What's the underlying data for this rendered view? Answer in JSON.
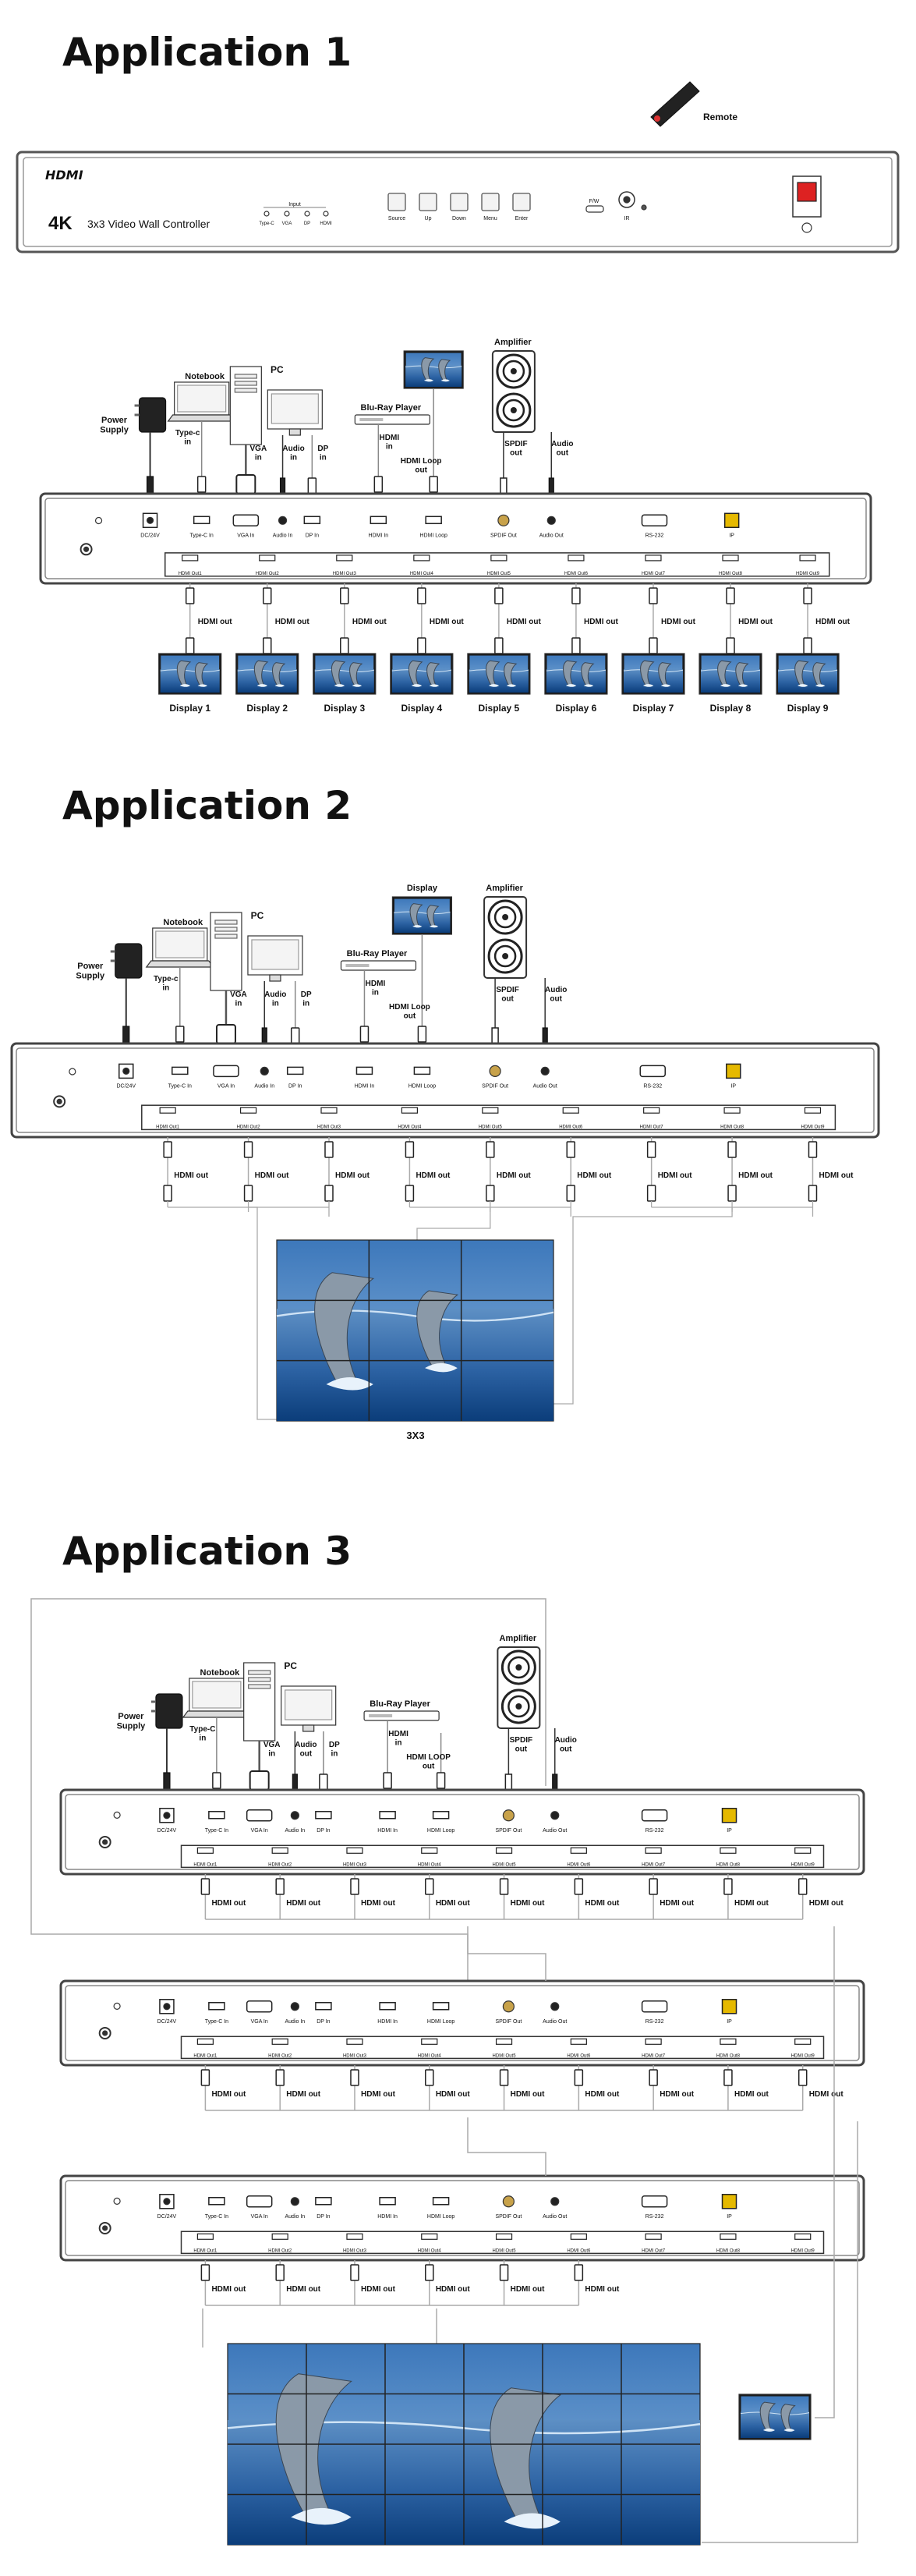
{
  "app1": {
    "title": "Application 1",
    "remote_label": "Remote",
    "front": {
      "hdmi_logo": "HDMI",
      "model_4k": "4K",
      "model_text": "3x3 Video Wall Controller",
      "input_label": "Input",
      "input_leds": [
        "Type-C",
        "VGA",
        "DP",
        "HDMI"
      ],
      "buttons": [
        "Source",
        "Up",
        "Down",
        "Menu",
        "Enter"
      ],
      "fw_label": "F/W",
      "ir_label": "IR"
    },
    "sources": {
      "power": "Power\nSupply",
      "notebook": "Notebook",
      "pc": "PC",
      "bluray": "Blu-Ray Player",
      "amplifier": "Amplifier",
      "typec": "Type-c\nin",
      "vga": "VGA\nin",
      "audio_in": "Audio\nin",
      "dp": "DP\nin",
      "hdmi_in": "HDMI\nin",
      "hdmi_loop": "HDMI Loop\nout",
      "spdif": "SPDIF\nout",
      "audio_out": "Audio\nout"
    },
    "hdmi_out_label": "HDMI out",
    "displays": [
      "Display 1",
      "Display 2",
      "Display 3",
      "Display 4",
      "Display 5",
      "Display 6",
      "Display 7",
      "Display 8",
      "Display 9"
    ]
  },
  "back_panel": {
    "ports": [
      "DC/24V",
      "Type-C In",
      "VGA In",
      "Audio In",
      "DP In",
      "HDMI In",
      "HDMI Loop",
      "SPDIF Out",
      "Audio Out",
      "RS-232",
      "IP"
    ],
    "outs": [
      "HDMI Out1",
      "HDMI Out2",
      "HDMI Out3",
      "HDMI Out4",
      "HDMI Out5",
      "HDMI Out6",
      "HDMI Out7",
      "HDMI Out8",
      "HDMI Out9"
    ]
  },
  "app2": {
    "title": "Application 2",
    "display_label": "Display",
    "wall_label": "3X3",
    "sources": {
      "power": "Power\nSupply",
      "notebook": "Notebook",
      "pc": "PC",
      "bluray": "Blu-Ray Player",
      "amplifier": "Amplifier",
      "typec": "Type-c\nin",
      "vga": "VGA\nin",
      "audio_in": "Audio\nin",
      "dp": "DP\nin",
      "hdmi_in": "HDMI\nin",
      "hdmi_loop": "HDMI Loop\nout",
      "spdif": "SPDIF\nout",
      "audio_out": "Audio\nout"
    }
  },
  "app3": {
    "title": "Application 3",
    "sources": {
      "power": "Power\nSupply",
      "notebook": "Notebook",
      "pc": "PC",
      "bluray": "Blu-Ray Player",
      "amplifier": "Amplifier",
      "typec": "Type-C\nin",
      "vga": "VGA\nin",
      "audio_in": "Audio\nout",
      "dp": "DP\nin",
      "hdmi_in": "HDMI\nin",
      "hdmi_loop": "HDMI LOOP\nout",
      "spdif": "SPDIF\nout",
      "audio_out": "Audio\nout"
    }
  },
  "colors": {
    "sea_top": "#5d8fc4",
    "sea_bottom": "#0b3d7a",
    "panel_border": "#555555",
    "panel_fill": "#ffffff",
    "port_dark": "#2a2a2a"
  }
}
